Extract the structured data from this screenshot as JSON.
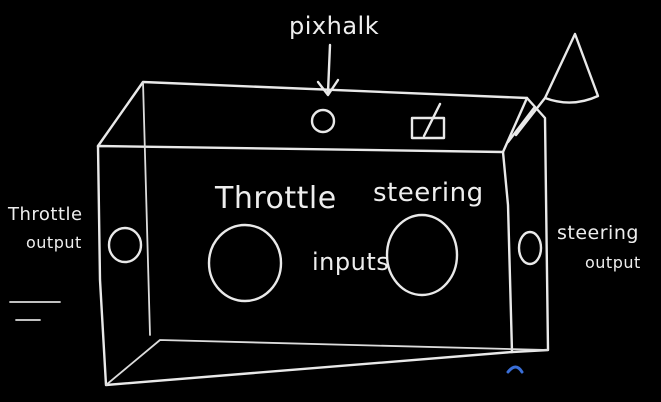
{
  "diagram": {
    "labels": {
      "pixhalk": "pixhalk",
      "throttle_input": "Throttle",
      "steering_input": "steering",
      "inputs": "inputs",
      "throttle_output_line1": "Throttle",
      "throttle_output_line2": "output",
      "steering_output_line1": "steering",
      "steering_output_line2": "output"
    },
    "colors": {
      "background": "#000000",
      "chalk": "#e9e9e9",
      "corner_highlight": "#3a6fd8"
    },
    "icons": {
      "pixhalk_led": "circle",
      "switch": "toggle-switch-icon",
      "antenna": "antenna-cone-icon"
    }
  }
}
